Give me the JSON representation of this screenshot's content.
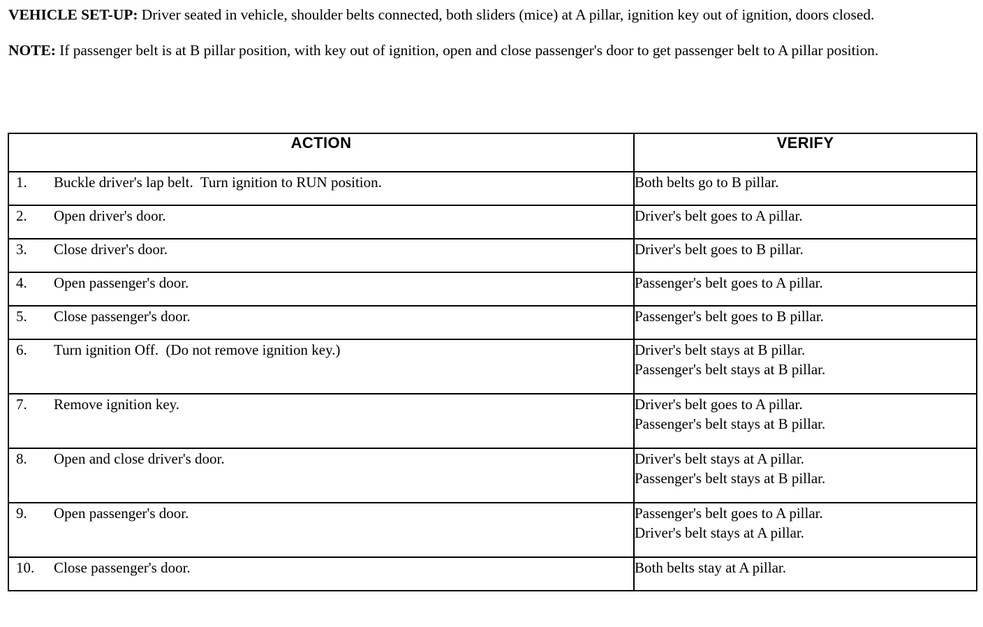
{
  "intro": {
    "setup": {
      "lead": "VEHICLE SET-UP:",
      "text": "  Driver seated in vehicle, shoulder belts connected, both sliders (mice) at A pillar, ignition key out of ignition, doors closed."
    },
    "note": {
      "lead": "NOTE:",
      "text": "  If passenger belt is at B pillar position, with key out of ignition, open and close passenger's door to get passenger belt to A pillar position."
    }
  },
  "table": {
    "headers": {
      "action": "ACTION",
      "verify": "VERIFY"
    },
    "rows": [
      {
        "num": "1.",
        "action": "Buckle driver's lap belt.  Turn ignition to RUN position.",
        "verify": [
          "Both belts go to B pillar."
        ]
      },
      {
        "num": "2.",
        "action": "Open driver's door.",
        "verify": [
          "Driver's belt goes to A pillar."
        ]
      },
      {
        "num": "3.",
        "action": "Close driver's door.",
        "verify": [
          "Driver's belt goes to B pillar."
        ]
      },
      {
        "num": "4.",
        "action": "Open passenger's door.",
        "verify": [
          "Passenger's belt goes to A pillar."
        ]
      },
      {
        "num": "5.",
        "action": "Close passenger's door.",
        "verify": [
          "Passenger's belt goes to B pillar."
        ]
      },
      {
        "num": "6.",
        "action": "Turn ignition Off.  (Do not remove ignition key.)",
        "verify": [
          "Driver's belt stays at B pillar.",
          "Passenger's belt stays at B pillar."
        ]
      },
      {
        "num": "7.",
        "action": "Remove ignition key.",
        "verify": [
          "Driver's belt goes to A pillar.",
          "Passenger's belt stays at B pillar."
        ]
      },
      {
        "num": "8.",
        "action": "Open and close driver's door.",
        "verify": [
          "Driver's belt stays at A pillar.",
          "Passenger's belt stays at B pillar."
        ]
      },
      {
        "num": "9.",
        "action": "Open passenger's door.",
        "verify": [
          "Passenger's belt goes to A pillar.",
          "Driver's belt stays at A pillar."
        ]
      },
      {
        "num": "10.",
        "action": "Close passenger's door.",
        "verify": [
          "Both belts stay at A pillar."
        ]
      }
    ]
  },
  "colors": {
    "ink": "#000000",
    "paper": "#ffffff"
  }
}
